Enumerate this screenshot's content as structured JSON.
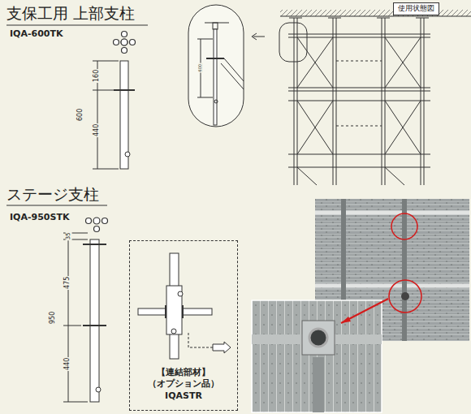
{
  "diagram": {
    "nodes": [
      {
        "text": [
          "使用状態図"
        ]
      },
      {
        "text": [
          "【連結部材】",
          "（オプション品）",
          "IQASTR"
        ]
      }
    ],
    "labels": [
      "支保工用 上部支柱",
      "IQA-600TK",
      "160",
      "600",
      "440",
      "600",
      "ステージ支柱",
      "IQA-950STK",
      "35",
      "475",
      "950",
      "440"
    ]
  }
}
